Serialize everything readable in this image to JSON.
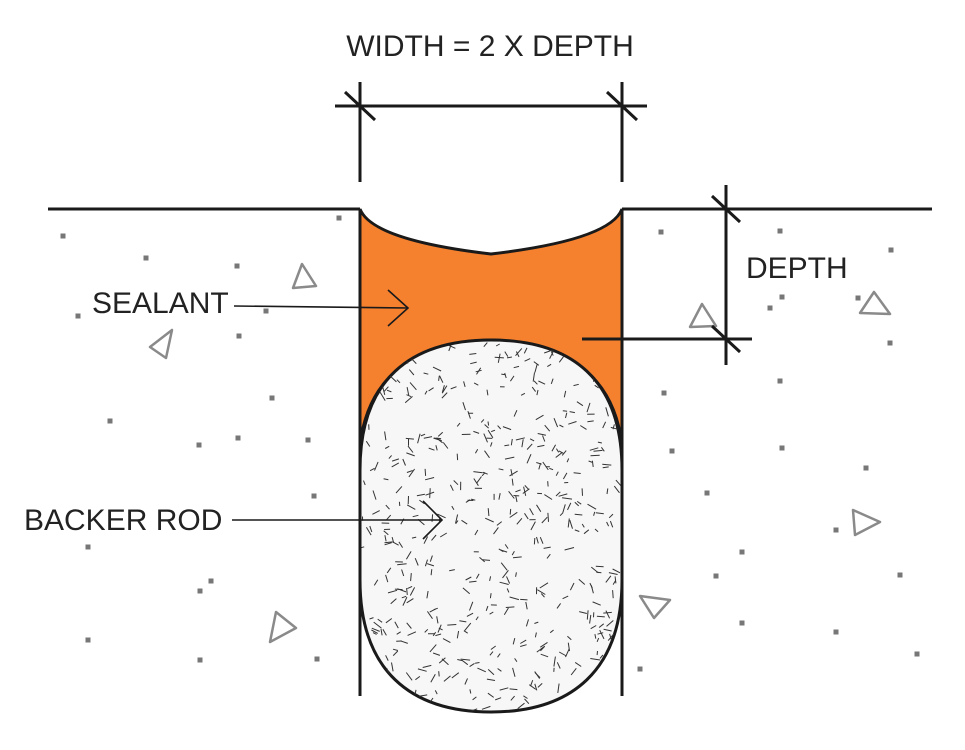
{
  "labels": {
    "width_formula": "WIDTH = 2 X DEPTH",
    "depth": "DEPTH",
    "sealant": "SEALANT",
    "backer_rod": "BACKER ROD"
  },
  "colors": {
    "sealant": "#f5812f",
    "line": "#1a1a1a",
    "backer_rod_fill": "#f7f7f7",
    "aggregate": "#8a8a8a",
    "background": "#ffffff"
  }
}
